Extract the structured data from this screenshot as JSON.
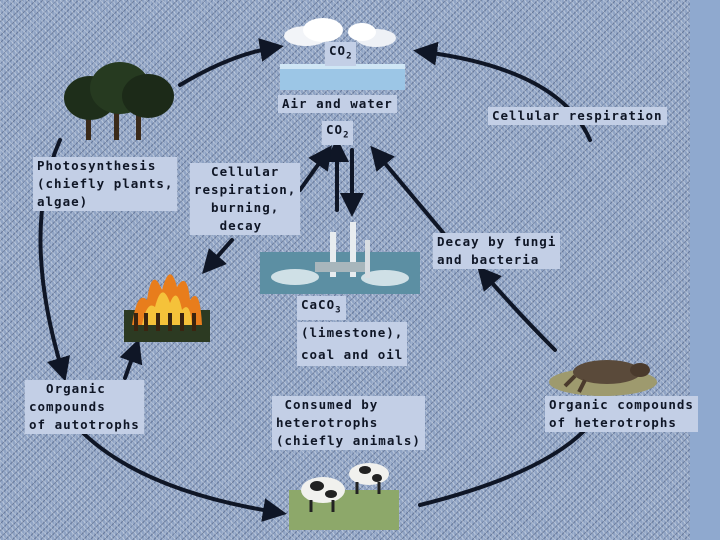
{
  "labels": {
    "co2_top": "CO",
    "co2_top_sub": "2",
    "air_and_water": "Air and water",
    "co2_mid": "CO",
    "co2_mid_sub": "2",
    "cellular_respiration_right": "Cellular respiration",
    "photosynthesis": "Photosynthesis\n(chiefly plants,\nalgae)",
    "cellular_respiration_burning": "  Cellular\nrespiration,\n  burning,\n   decay",
    "decay_fungi": "Decay by fungi\nand bacteria",
    "caco3_ca": "CaCO",
    "caco3_sub": "3",
    "limestone": "(limestone),\ncoal and oil",
    "organic_autotrophs": "  Organic\ncompounds\nof autotrophs",
    "consumed_heterotrophs": " Consumed by\nheterotrophs\n(chiefly animals)",
    "organic_heterotrophs": "Organic compounds\nof heterotrophs"
  },
  "colors": {
    "background": "#8fa3c4",
    "label_fill": "#c3cfe6",
    "arrow": "#0f1626"
  }
}
